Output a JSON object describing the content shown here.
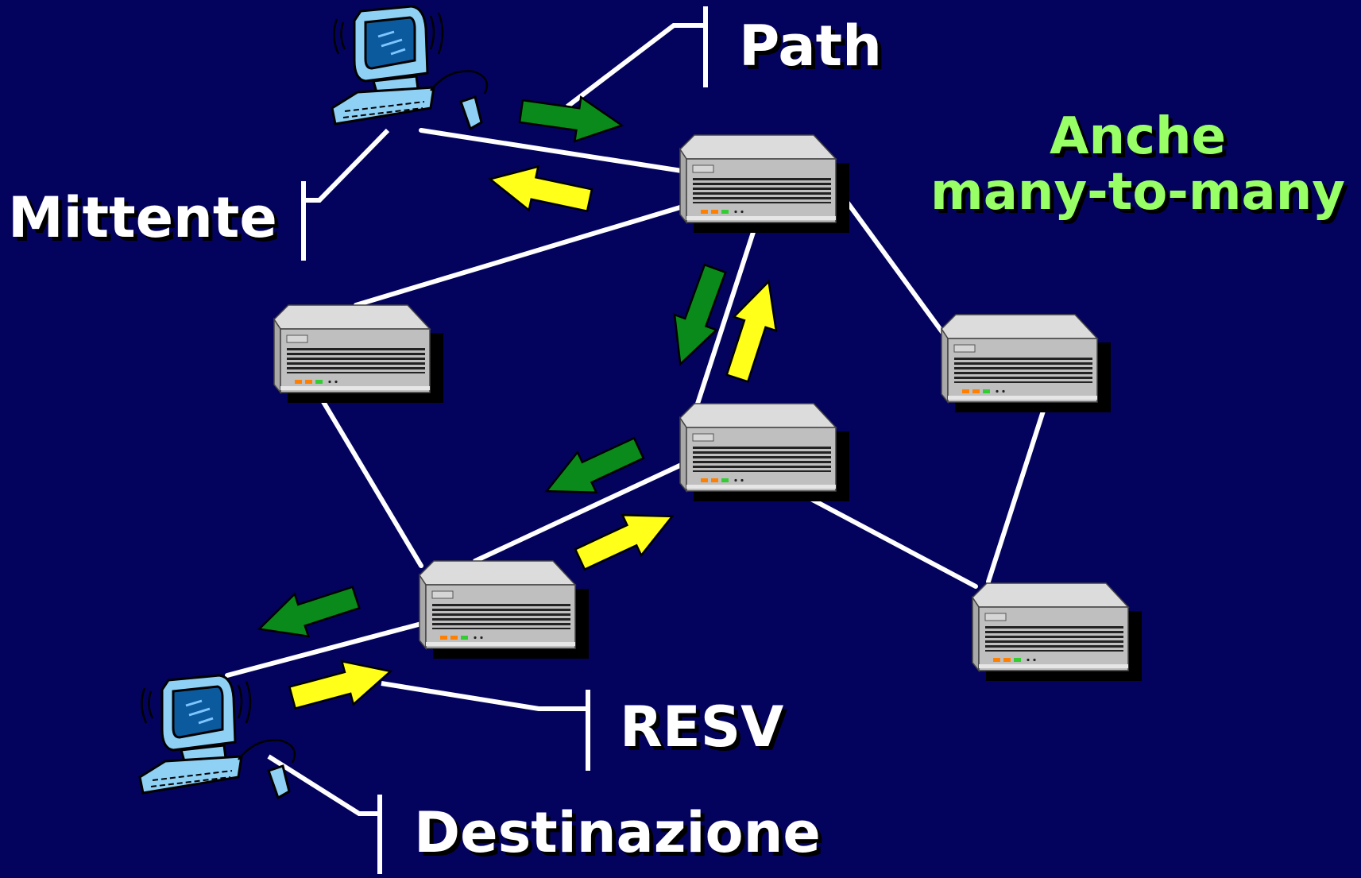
{
  "labels": {
    "path": "Path",
    "mittente": "Mittente",
    "resv": "RESV",
    "destinazione": "Destinazione",
    "note_line1": "Anche",
    "note_line2": "many-to-many"
  },
  "colors": {
    "background": "#03035e",
    "link": "#ffffff",
    "label": "#ffffff",
    "note": "#99ff66",
    "path_arrow": "#0a8a1a",
    "resv_arrow": "#ffff1a",
    "shadow": "#000000"
  },
  "icons": {
    "sender": "computer-icon",
    "receiver": "computer-icon",
    "router": "router-icon"
  }
}
